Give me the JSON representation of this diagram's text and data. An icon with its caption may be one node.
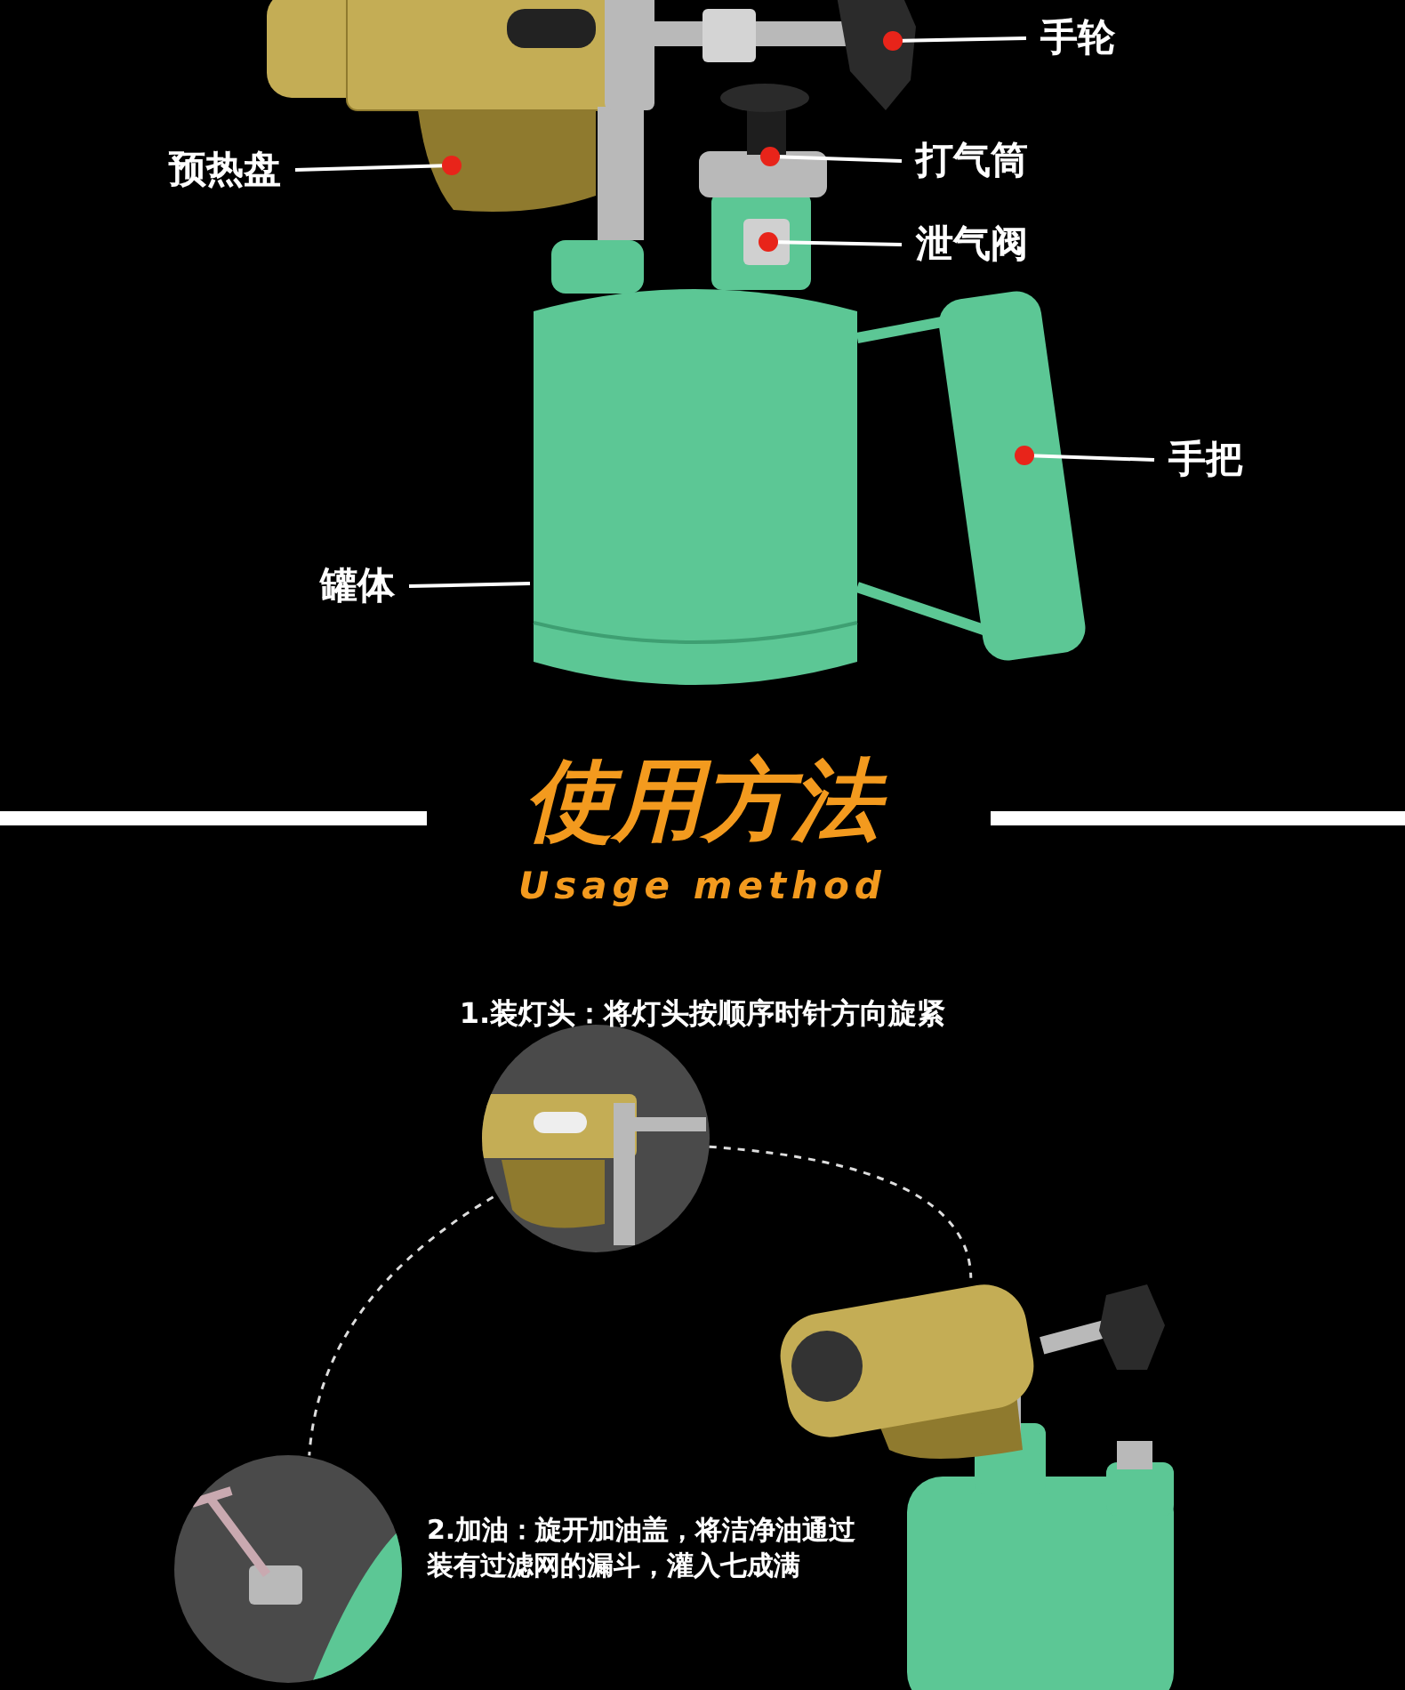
{
  "diagram": {
    "title": "使用方法",
    "nodes": [
      {
        "text": [
          "手轮"
        ]
      },
      {
        "text": [
          "预热盘"
        ]
      },
      {
        "text": [
          "打气筒"
        ]
      },
      {
        "text": [
          "泄气阀"
        ]
      },
      {
        "text": [
          "手把"
        ]
      },
      {
        "text": [
          "罐体"
        ]
      },
      {
        "text": [],
        "shape": "picture"
      },
      {
        "text": [],
        "shape": "picture"
      },
      {
        "text": [],
        "shape": "picture"
      }
    ],
    "edges": [
      {
        "from": 0,
        "to": null,
        "arrow": "other"
      },
      {
        "from": 1,
        "to": null,
        "arrow": "other"
      },
      {
        "from": 2,
        "to": null,
        "arrow": "other"
      },
      {
        "from": 3,
        "to": null,
        "arrow": "other"
      },
      {
        "from": 4,
        "to": null,
        "arrow": "other"
      },
      {
        "from": 5,
        "to": null,
        "arrow": "none"
      },
      {
        "from": 6,
        "to": 8,
        "arrow": "none",
        "style": "dashed"
      },
      {
        "from": 6,
        "to": 7,
        "arrow": "none",
        "style": "dashed"
      }
    ],
    "labels": [
      "Usage method",
      "1.装灯头：将灯头按顺序时针方向旋紧",
      "2.加油：旋开加油盖，将洁净油通过装有过滤网的漏斗，灌入七成满"
    ]
  }
}
